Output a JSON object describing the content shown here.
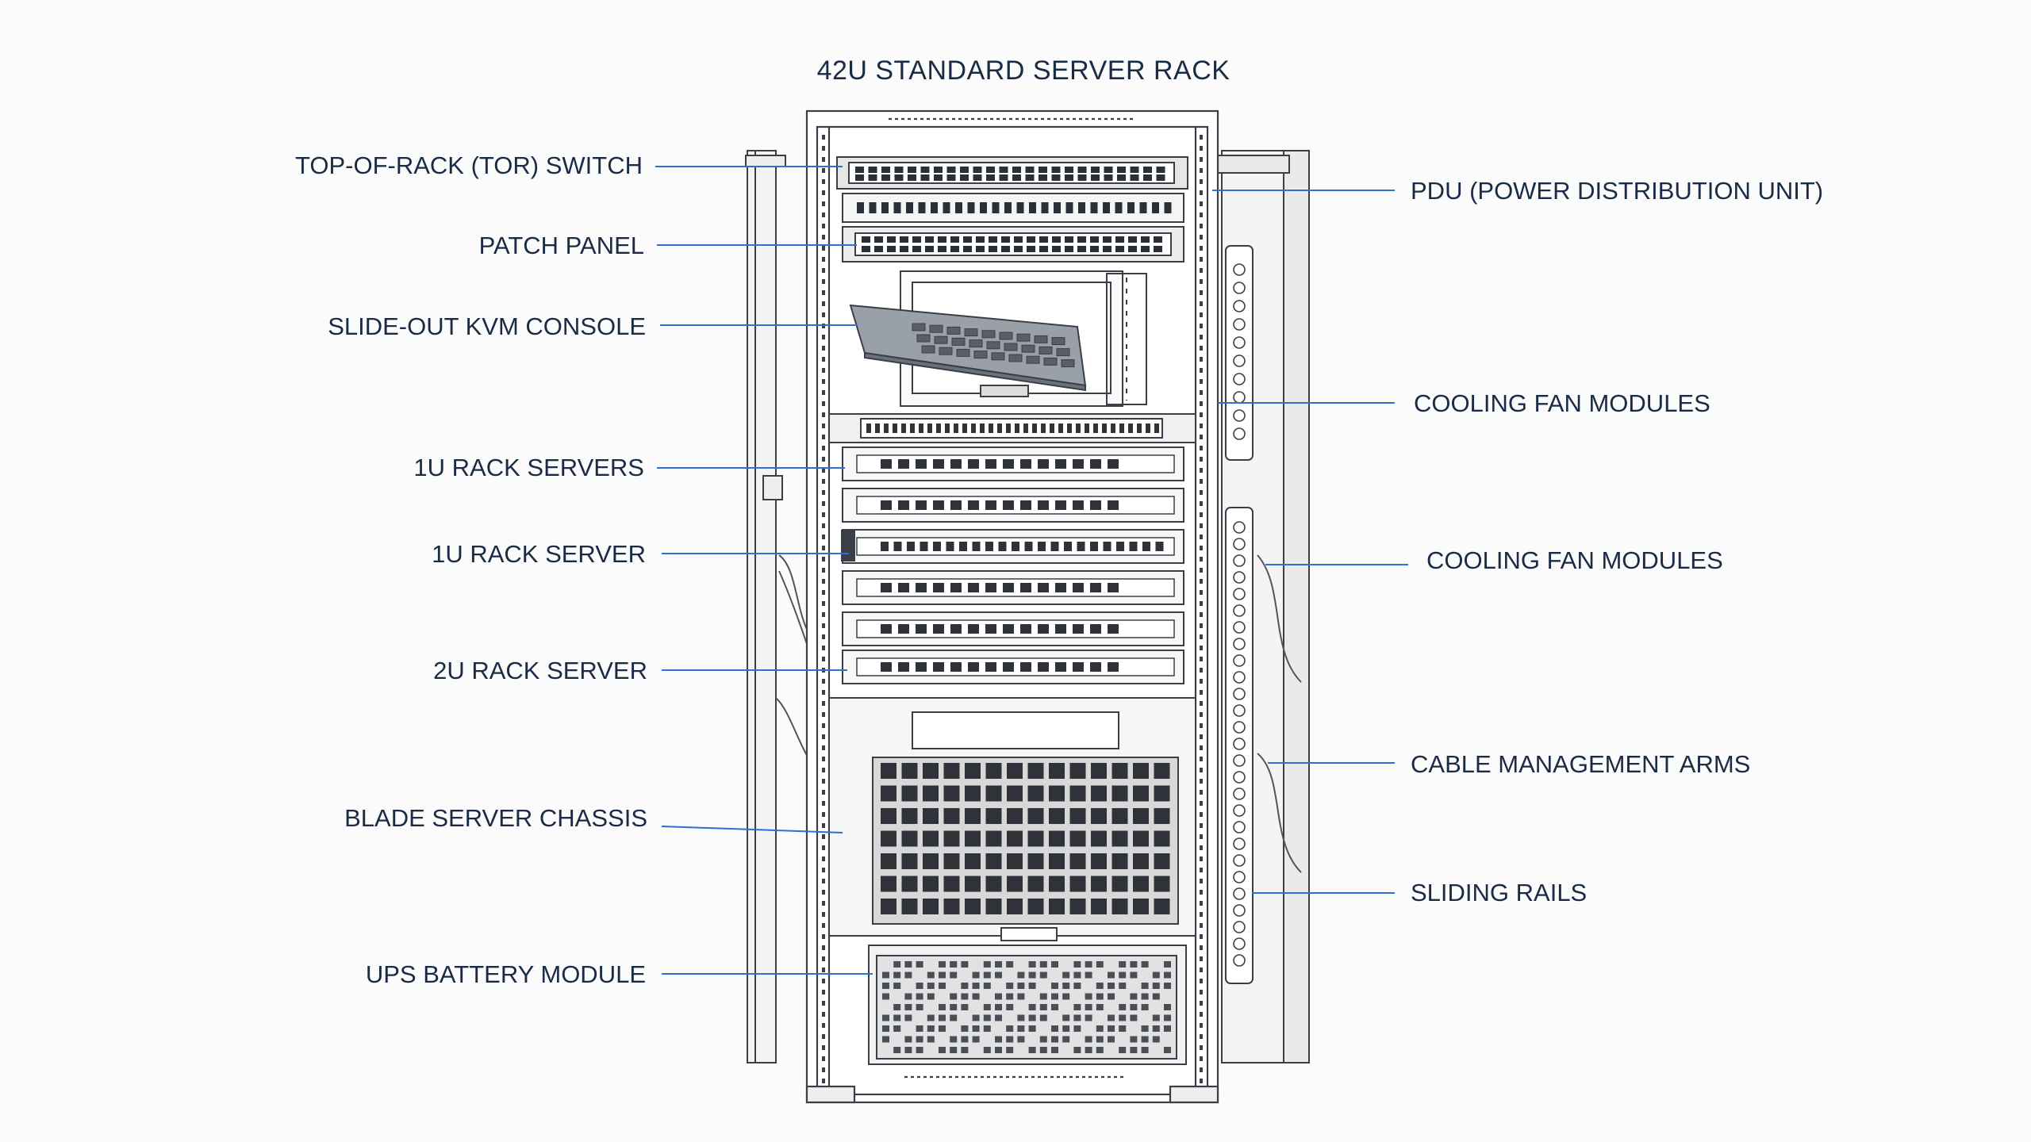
{
  "title": "42U STANDARD SERVER RACK",
  "labels": {
    "left": [
      "TOP-OF-RACK (TOR) SWITCH",
      "PATCH PANEL",
      "SLIDE-OUT KVM CONSOLE",
      "1U RACK SERVERS",
      "1U RACK SERVER",
      "2U RACK SERVER",
      "BLADE SERVER CHASSIS",
      "UPS BATTERY MODULE"
    ],
    "right": [
      "PDU (POWER DISTRIBUTION UNIT)",
      "COOLING FAN MODULES",
      "COOLING FAN MODULES",
      "CABLE MANAGEMENT ARMS",
      "SLIDING RAILS"
    ]
  },
  "colors": {
    "leader": "#2f6fd0",
    "line": "#3a3f47",
    "text": "#1a2b45",
    "background": "#fbfbfb"
  }
}
